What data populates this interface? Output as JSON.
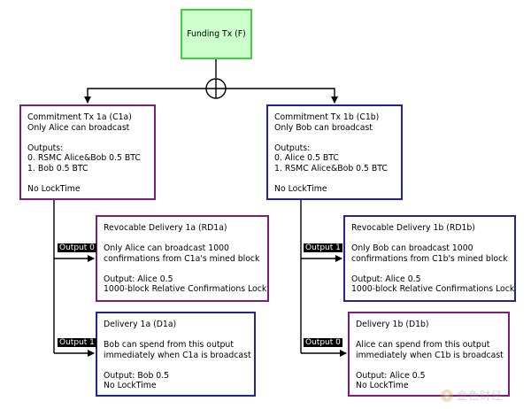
{
  "funding": {
    "label": "Funding Tx (F)"
  },
  "c1a": {
    "lines": [
      "Commitment Tx 1a (C1a)",
      "Only Alice can broadcast",
      "",
      "Outputs:",
      "0. RSMC Alice&Bob 0.5 BTC",
      "1. Bob 0.5 BTC",
      "",
      "No LockTime"
    ]
  },
  "c1b": {
    "lines": [
      "Commitment Tx 1b (C1b)",
      "Only Bob can broadcast",
      "",
      "Outputs:",
      "0. Alice 0.5 BTC",
      "1. RSMC Alice&Bob 0.5 BTC",
      "",
      "No LockTime"
    ]
  },
  "rd1a": {
    "lines": [
      "Revocable Delivery 1a (RD1a)",
      "",
      "Only Alice can broadcast 1000",
      "confirmations from C1a's mined block",
      "",
      "Output: Alice 0.5",
      "1000-block Relative Confirmations Lock"
    ]
  },
  "d1a": {
    "lines": [
      "Delivery 1a (D1a)",
      "",
      "Bob can spend from this output",
      "immediately when C1a is broadcast",
      "",
      "Output: Bob 0.5",
      "No LockTime"
    ]
  },
  "rd1b": {
    "lines": [
      "Revocable Delivery 1b (RD1b)",
      "",
      "Only Bob can broadcast 1000",
      "confirmations from C1b's mined block",
      "",
      "Output: Alice 0.5",
      "1000-block Relative Confirmations Lock"
    ]
  },
  "d1b": {
    "lines": [
      "Delivery 1b (D1b)",
      "",
      "Alice can spend from this output",
      "immediately when C1b is broadcast",
      "",
      "Output: Alice 0.5",
      "No LockTime"
    ]
  },
  "labels": {
    "c1a_to_rd1a": "Output 0",
    "c1a_to_d1a": "Output 1",
    "c1b_to_rd1b": "Output 1",
    "c1b_to_d1b": "Output 0"
  },
  "watermark": {
    "text": "金色财经"
  },
  "colors": {
    "purple": "#7b1e78",
    "blue": "#22229a",
    "funding_fill": "#ccffcc",
    "funding_border": "#3fcf3f"
  }
}
